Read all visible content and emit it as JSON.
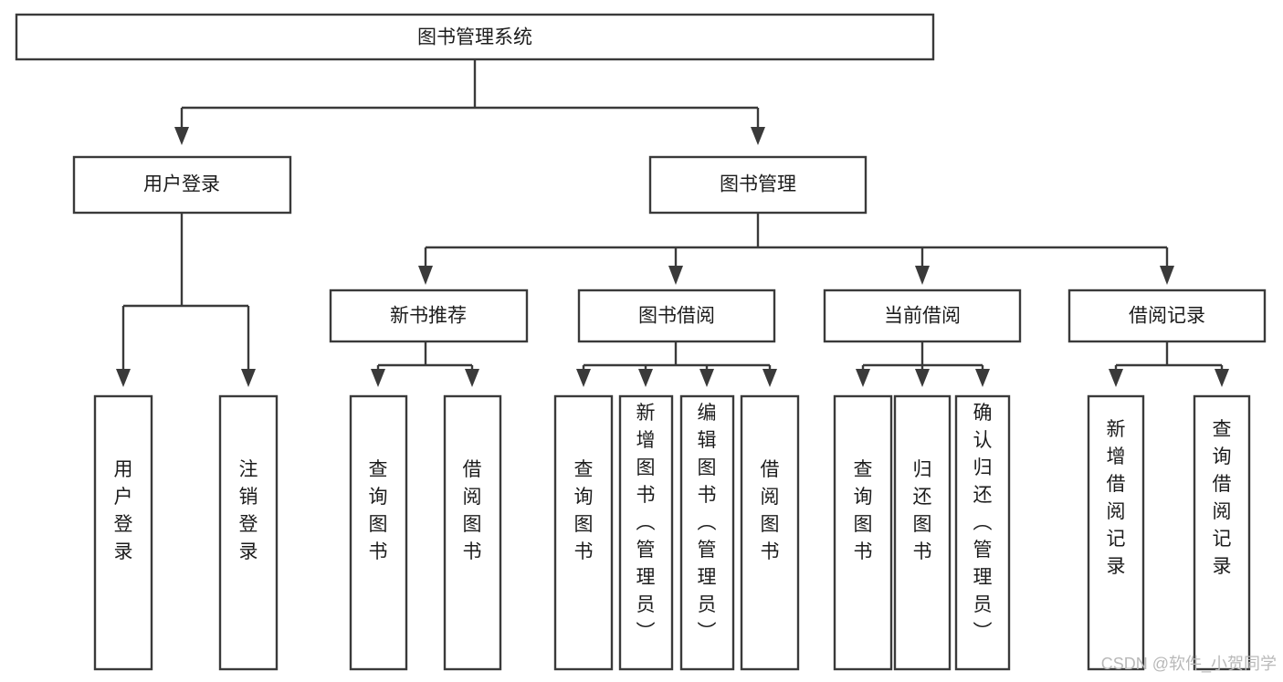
{
  "diagram": {
    "title": "图书管理系统",
    "type": "tree-hierarchy",
    "root": {
      "id": "root",
      "label": "图书管理系统"
    },
    "level1": [
      {
        "id": "user-login",
        "label": "用户登录"
      },
      {
        "id": "book-management",
        "label": "图书管理"
      }
    ],
    "level2": [
      {
        "id": "new-book-recommend",
        "label": "新书推荐",
        "parent": "book-management"
      },
      {
        "id": "book-borrow",
        "label": "图书借阅",
        "parent": "book-management"
      },
      {
        "id": "current-borrow",
        "label": "当前借阅",
        "parent": "book-management"
      },
      {
        "id": "borrow-record",
        "label": "借阅记录",
        "parent": "book-management"
      }
    ],
    "leaves": [
      {
        "id": "leaf-user-login",
        "label": "用户登录",
        "parent": "user-login"
      },
      {
        "id": "leaf-logout-login",
        "label": "注销登录",
        "parent": "user-login"
      },
      {
        "id": "leaf-query-book-1",
        "label": "查询图书",
        "parent": "new-book-recommend"
      },
      {
        "id": "leaf-borrow-book-1",
        "label": "借阅图书",
        "parent": "new-book-recommend"
      },
      {
        "id": "leaf-query-book-2",
        "label": "查询图书",
        "parent": "book-borrow"
      },
      {
        "id": "leaf-add-book",
        "label": "新增图书（管理员）",
        "parent": "book-borrow"
      },
      {
        "id": "leaf-edit-book",
        "label": "编辑图书（管理员）",
        "parent": "book-borrow"
      },
      {
        "id": "leaf-borrow-book-2",
        "label": "借阅图书",
        "parent": "book-borrow"
      },
      {
        "id": "leaf-query-book-3",
        "label": "查询图书",
        "parent": "current-borrow"
      },
      {
        "id": "leaf-return-book",
        "label": "归还图书",
        "parent": "current-borrow"
      },
      {
        "id": "leaf-confirm-return",
        "label": "确认归还（管理员）",
        "parent": "current-borrow"
      },
      {
        "id": "leaf-add-record",
        "label": "新增借阅记录",
        "parent": "borrow-record"
      },
      {
        "id": "leaf-query-record",
        "label": "查询借阅记录",
        "parent": "borrow-record"
      }
    ],
    "colors": {
      "box_stroke": "#3a3a3a",
      "box_fill": "#ffffff",
      "connector": "#3a3a3a",
      "text": "#1c1c1c",
      "watermark": "#b9b9b9",
      "background": "#ffffff"
    }
  },
  "watermark": {
    "text": "CSDN @软件_小贺同学"
  }
}
